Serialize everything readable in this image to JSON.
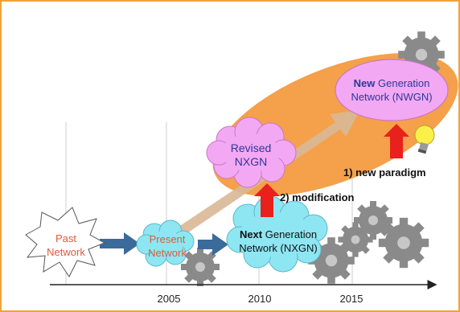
{
  "nodes": {
    "past": [
      "Past",
      "Network"
    ],
    "present": [
      "Present",
      "Network"
    ],
    "nxgn": {
      "bold": "Next",
      "rest": " Generation",
      "line2": "Network (NXGN)"
    },
    "revised": [
      "Revised",
      "NXGN"
    ],
    "nwgn": {
      "bold": "New",
      "rest": " Generation",
      "line2": "Network (NWGN)"
    }
  },
  "notes": {
    "modification": "2) modification",
    "paradigm": "1) new paradigm"
  },
  "timeline": {
    "years": [
      "2005",
      "2010",
      "2015"
    ]
  },
  "colors": {
    "frame": "#f2a33a",
    "highlight_ellipse": "#f5a04a",
    "cloud_cyan": "#8de6f2",
    "cloud_pink": "#f3a8f3",
    "arrow_blue": "#3a6b9a",
    "arrow_red": "#e8211c",
    "gear": "#8a8a8a",
    "bulb": "#fbef4a"
  },
  "icons": [
    "gear-icon",
    "lightbulb-icon",
    "starburst-shape",
    "cloud-shape"
  ]
}
